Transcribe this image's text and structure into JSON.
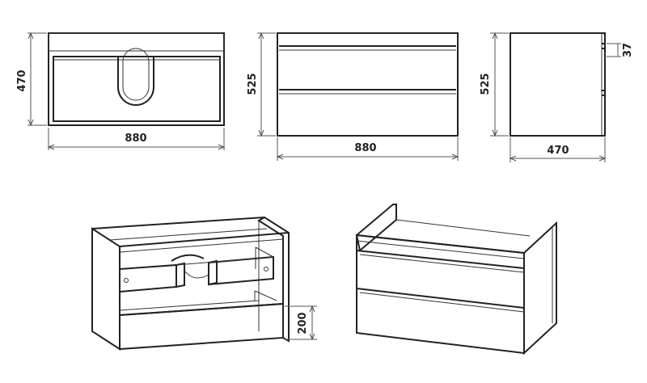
{
  "dimensions": {
    "top_view_depth": "470",
    "top_view_width": "880",
    "front_view_height": "525",
    "front_view_width": "880",
    "side_view_height": "525",
    "side_view_depth": "470",
    "side_view_gap": "37",
    "iso_drawer_height": "200"
  }
}
